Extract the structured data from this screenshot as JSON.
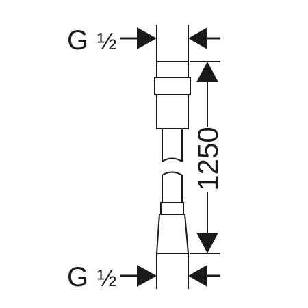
{
  "labels": {
    "thread_top": "G",
    "thread_top_size": "½",
    "thread_bottom": "G",
    "thread_bottom_size": "½",
    "length": "1250"
  },
  "colors": {
    "ink": "#1a1a1a",
    "background": "#ffffff"
  }
}
